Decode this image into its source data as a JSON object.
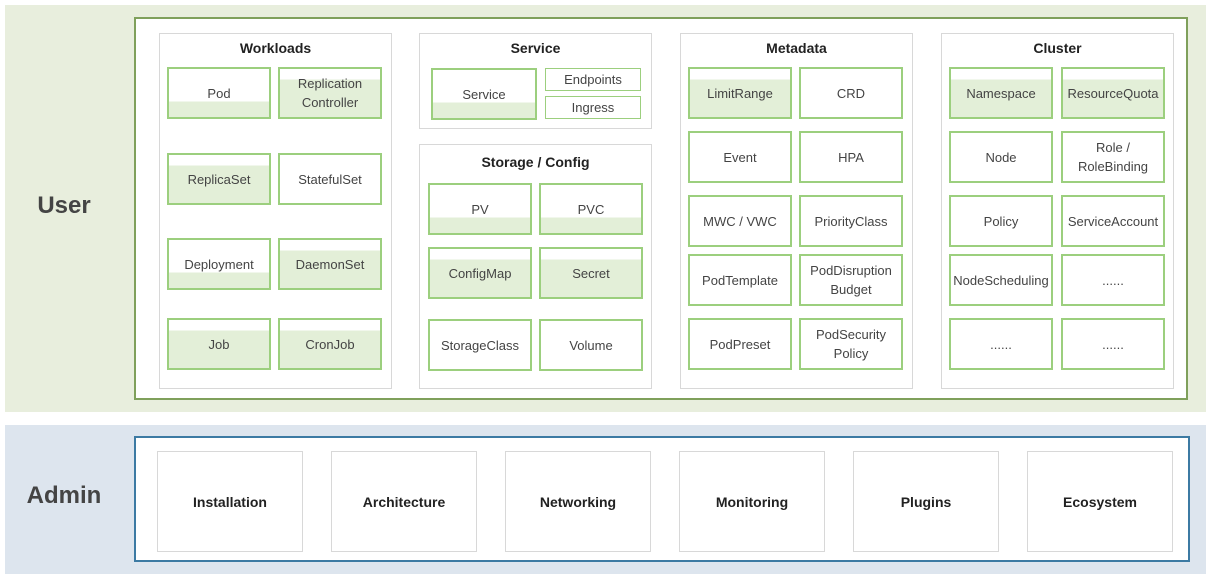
{
  "bands": {
    "user_label": "User",
    "admin_label": "Admin"
  },
  "groups": {
    "workloads": {
      "title": "Workloads",
      "items": [
        "Pod",
        "Replication\nController",
        "ReplicaSet",
        "StatefulSet",
        "Deployment",
        "DaemonSet",
        "Job",
        "CronJob"
      ]
    },
    "service": {
      "title": "Service",
      "items": [
        "Service",
        "Endpoints",
        "Ingress"
      ]
    },
    "storage_config": {
      "title": "Storage / Config",
      "items": [
        "PV",
        "PVC",
        "ConfigMap",
        "Secret",
        "StorageClass",
        "Volume"
      ]
    },
    "metadata": {
      "title": "Metadata",
      "items": [
        "LimitRange",
        "CRD",
        "Event",
        "HPA",
        "MWC / VWC",
        "PriorityClass",
        "PodTemplate",
        "PodDisruption\nBudget",
        "PodPreset",
        "PodSecurity\nPolicy"
      ]
    },
    "cluster": {
      "title": "Cluster",
      "items": [
        "Namespace",
        "ResourceQuota",
        "Node",
        "Role /\nRoleBinding",
        "Policy",
        "ServiceAccount",
        "NodeScheduling",
        "......",
        "......",
        "......"
      ]
    }
  },
  "admin": {
    "items": [
      "Installation",
      "Architecture",
      "Networking",
      "Monitoring",
      "Plugins",
      "Ecosystem"
    ]
  },
  "colors": {
    "user_band": "#e8eedd",
    "admin_band": "#dde5ee",
    "user_frame_border": "#7fa05b",
    "admin_frame_border": "#3c7aa3",
    "item_border": "#9ccf7e",
    "item_fill": "#e3efd8"
  }
}
